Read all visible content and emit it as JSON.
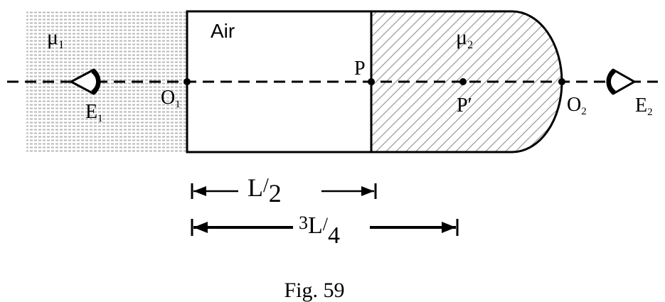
{
  "labels": {
    "mu1_symbol": "μ",
    "mu1_sub": "1",
    "mu2_symbol": "μ",
    "mu2_sub": "2",
    "air": "Air",
    "p": "P",
    "p_prime": "P′",
    "o1_letter": "O",
    "o1_sub": "1",
    "o2_letter": "O",
    "o2_sub": "2",
    "e1_letter": "E",
    "e1_sub": "1",
    "e2_letter": "E",
    "e2_sub": "2"
  },
  "dimensions": {
    "half": {
      "main": "L",
      "slash": "/",
      "den": "2"
    },
    "three_quarter": {
      "num": "3",
      "main": "L",
      "slash": "/",
      "den": "4"
    }
  },
  "caption": "Fig. 59",
  "colors": {
    "ink": "#000000",
    "hatch": "#9a9a9a",
    "medium_fill": "#b8b8b8",
    "background": "#ffffff"
  },
  "icons": {
    "eye_left": "eye-icon",
    "eye_right": "eye-icon"
  }
}
